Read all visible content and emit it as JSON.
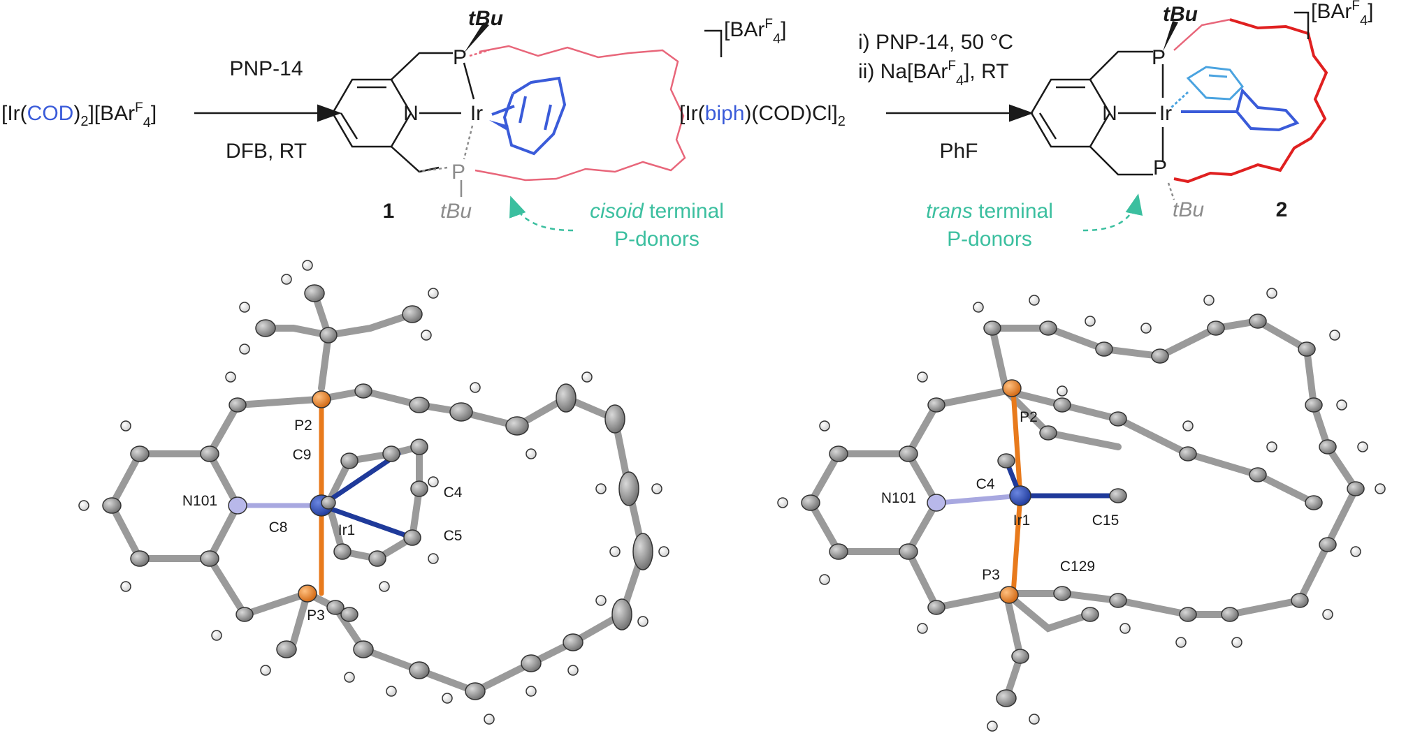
{
  "scheme": {
    "left": {
      "reactant_prefix": "[Ir(",
      "reactant_highlight": "COD",
      "reactant_suffix": ")",
      "reactant_sub": "2",
      "reactant_anion": "][BAr",
      "reactant_anion_sup": "F",
      "reactant_anion_sub": "4",
      "reactant_close": "]",
      "reagent_above": "PNP-14",
      "reagent_below": "DFB, RT",
      "product_number": "1",
      "counter_anion": "[BAr",
      "counter_anion_sup": "F",
      "counter_anion_sub": "4",
      "counter_anion_close": "]",
      "tbu_top": "tBu",
      "tbu_bottom": "tBu",
      "atom_P": "P",
      "atom_N": "N",
      "atom_Ir": "Ir",
      "note_line1_ital": "cisoid",
      "note_line1_rest": " terminal",
      "note_line2": "P-donors"
    },
    "right": {
      "reactant_prefix": "[Ir(",
      "reactant_highlight": "biph",
      "reactant_suffix": ")(COD)Cl]",
      "reactant_sub": "2",
      "step1": "i)  PNP-14, 50 °C",
      "step2_prefix": "ii) Na[BAr",
      "step2_sup": "F",
      "step2_sub": "4",
      "step2_suffix": "], RT",
      "reagent_below": "PhF",
      "product_number": "2",
      "counter_anion": "[BAr",
      "counter_anion_sup": "F",
      "counter_anion_sub": "4",
      "counter_anion_close": "]",
      "tbu_top": "tBu",
      "tbu_bottom": "tBu",
      "atom_P": "P",
      "atom_N": "N",
      "atom_Ir": "Ir",
      "note_line1_ital": "trans",
      "note_line1_rest": " terminal",
      "note_line2": "P-donors"
    }
  },
  "crystal_1": {
    "labels": [
      "P2",
      "C9",
      "C4",
      "N101",
      "C8",
      "Ir1",
      "C5",
      "P3"
    ]
  },
  "crystal_2": {
    "labels": [
      "P2",
      "N101",
      "C4",
      "Ir1",
      "C15",
      "P3",
      "C129"
    ]
  },
  "colors": {
    "bond": "#1a1a1a",
    "pink_chain": "#e8667a",
    "red_chain": "#e02020",
    "cod_blue": "#3a5bd9",
    "biph_light": "#4aa3e0",
    "note_teal": "#3bbf9f",
    "grey_phosphine": "#8c8c8c",
    "ortep_carbon": "#8a8a8a",
    "ortep_phosphorus": "#e87a1c",
    "ortep_nitrogen": "#a8a8e0",
    "ortep_iridium": "#1f3a9a",
    "ortep_hydrogen": "#ffffff"
  }
}
